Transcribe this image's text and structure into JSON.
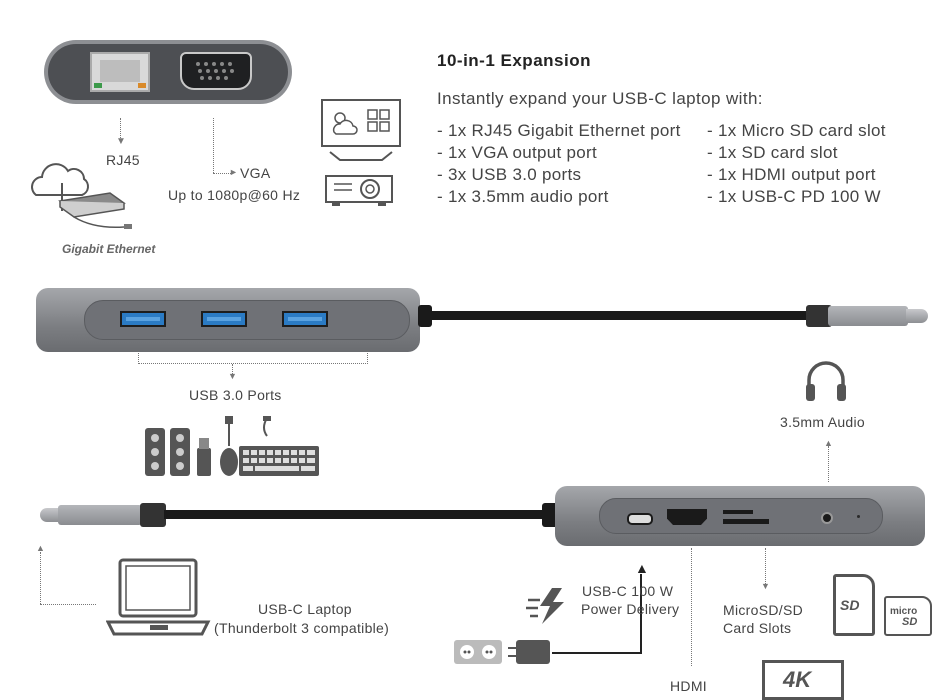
{
  "top_left": {
    "rj45_label": "RJ45",
    "vga_label": "VGA",
    "vga_resolution": "Up to 1080p@60 Hz",
    "gigabit_label": "Gigabit Ethernet"
  },
  "expansion": {
    "title": "10-in-1 Expansion",
    "intro": "Instantly expand your USB-C laptop with:",
    "col1": [
      "- 1x RJ45 Gigabit Ethernet port",
      "- 1x VGA output port",
      "- 3x USB 3.0 ports",
      "- 1x 3.5mm audio port"
    ],
    "col2": [
      "- 1x Micro SD card slot",
      "- 1x SD card slot",
      "- 1x HDMI output port",
      "- 1x USB-C PD 100 W"
    ]
  },
  "usb": {
    "label": "USB 3.0 Ports"
  },
  "audio": {
    "label": "3.5mm Audio"
  },
  "laptop": {
    "line1": "USB-C Laptop",
    "line2": "(Thunderbolt 3 compatible)"
  },
  "power": {
    "line1": "USB-C 100 W",
    "line2": "Power Delivery"
  },
  "cards": {
    "line1": "MicroSD/SD",
    "line2": "Card Slots",
    "sd_logo": "SD",
    "micro_logo": "micro",
    "microsd_logo": "SD"
  },
  "hdmi": {
    "partial_label": "HDMI",
    "badge": "4K"
  },
  "colors": {
    "housing": "#8a8c90",
    "panel": "#6e7075",
    "usb_blue": "#2b7bc4",
    "cable": "#1a1a1a",
    "icon": "#555555"
  }
}
